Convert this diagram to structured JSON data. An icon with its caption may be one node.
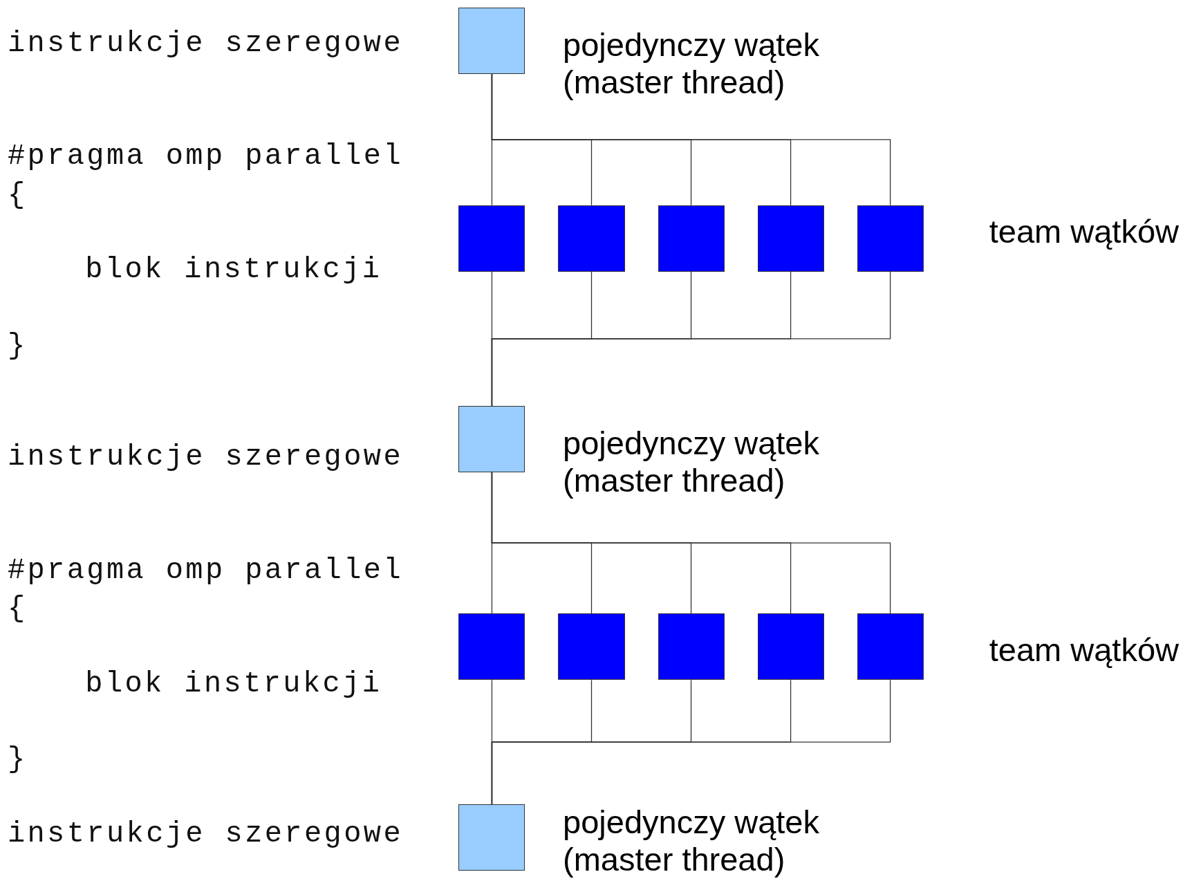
{
  "diagram": {
    "nodes": [
      {
        "text": [],
        "shape": "box",
        "beside": [
          "pojedynczy wątek (master thread)"
        ]
      },
      {
        "text": [],
        "shape": "box"
      },
      {
        "text": [],
        "shape": "box"
      },
      {
        "text": [],
        "shape": "box"
      },
      {
        "text": [],
        "shape": "box"
      },
      {
        "text": [],
        "shape": "box"
      },
      {
        "text": [],
        "shape": "box",
        "beside": [
          "pojedynczy wątek (master thread)"
        ]
      },
      {
        "text": [],
        "shape": "box"
      },
      {
        "text": [],
        "shape": "box"
      },
      {
        "text": [],
        "shape": "box"
      },
      {
        "text": [],
        "shape": "box"
      },
      {
        "text": [],
        "shape": "box"
      },
      {
        "text": [],
        "shape": "box",
        "beside": [
          "pojedynczy wątek (master thread)"
        ]
      }
    ],
    "edges": [
      {
        "from": 0,
        "to": 1,
        "arrow": "none"
      },
      {
        "from": 0,
        "to": 2,
        "arrow": "none"
      },
      {
        "from": 0,
        "to": 3,
        "arrow": "none"
      },
      {
        "from": 0,
        "to": 4,
        "arrow": "none"
      },
      {
        "from": 0,
        "to": 5,
        "arrow": "none"
      },
      {
        "from": 1,
        "to": 6,
        "arrow": "none"
      },
      {
        "from": 2,
        "to": 6,
        "arrow": "none"
      },
      {
        "from": 3,
        "to": 6,
        "arrow": "none"
      },
      {
        "from": 4,
        "to": 6,
        "arrow": "none"
      },
      {
        "from": 5,
        "to": 6,
        "arrow": "none"
      },
      {
        "from": 6,
        "to": 7,
        "arrow": "none"
      },
      {
        "from": 6,
        "to": 8,
        "arrow": "none"
      },
      {
        "from": 6,
        "to": 9,
        "arrow": "none"
      },
      {
        "from": 6,
        "to": 10,
        "arrow": "none"
      },
      {
        "from": 6,
        "to": 11,
        "arrow": "none"
      },
      {
        "from": 7,
        "to": 12,
        "arrow": "none"
      },
      {
        "from": 8,
        "to": 12,
        "arrow": "none"
      },
      {
        "from": 9,
        "to": 12,
        "arrow": "none"
      },
      {
        "from": 10,
        "to": 12,
        "arrow": "none"
      },
      {
        "from": 11,
        "to": 12,
        "arrow": "none"
      }
    ],
    "labels": [
      "instrukcje szeregowe",
      "#pragma omp parallel",
      "{",
      "blok instrukcji",
      "}",
      "team wątków",
      "instrukcje szeregowe",
      "#pragma omp parallel",
      "{",
      "blok instrukcji",
      "}",
      "team wątków",
      "instrukcje szeregowe"
    ]
  }
}
